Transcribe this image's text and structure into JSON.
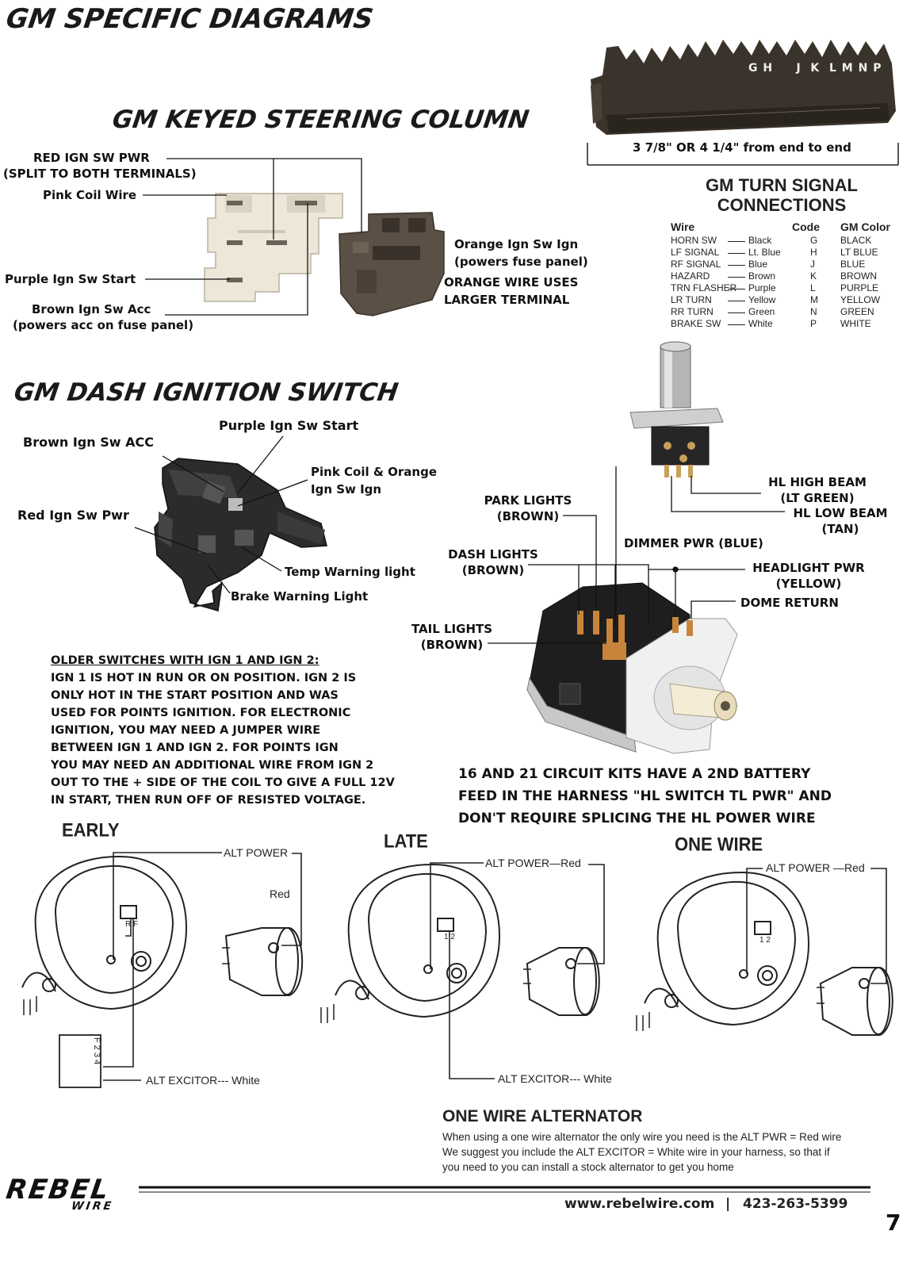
{
  "page": {
    "title": "GM SPECIFIC DIAGRAMS",
    "page_number": "7"
  },
  "connector": {
    "letters": "G H     J  K  L M N P",
    "dimension": "3 7/8\" OR 4 1/4\" from end to end"
  },
  "keyed_column": {
    "heading": "GM KEYED STEERING COLUMN",
    "labels": {
      "red_pwr_1": "RED IGN SW PWR",
      "red_pwr_2": "(SPLIT TO BOTH TERMINALS)",
      "pink_coil": "Pink Coil Wire",
      "purple_start": "Purple Ign Sw Start",
      "brown_acc_1": "Brown Ign Sw Acc",
      "brown_acc_2": "(powers acc on fuse panel)",
      "orange_ign_1": "Orange Ign Sw Ign",
      "orange_ign_2": "(powers fuse panel)",
      "orange_note_1": "ORANGE WIRE USES",
      "orange_note_2": "LARGER TERMINAL"
    }
  },
  "turn_signal": {
    "title_1": "GM TURN SIGNAL",
    "title_2": "CONNECTIONS",
    "headers": {
      "wire": "Wire",
      "code": "Code",
      "color": "GM Color"
    },
    "rows": [
      {
        "wire": "HORN SW",
        "wire_color": "Black",
        "code": "G",
        "gm_color": "BLACK"
      },
      {
        "wire": "LF SIGNAL",
        "wire_color": "Lt. Blue",
        "code": "H",
        "gm_color": "LT BLUE"
      },
      {
        "wire": "RF SIGNAL",
        "wire_color": "Blue",
        "code": "J",
        "gm_color": "BLUE"
      },
      {
        "wire": "HAZARD",
        "wire_color": "Brown",
        "code": "K",
        "gm_color": "BROWN"
      },
      {
        "wire": "TRN FLASHER",
        "wire_color": "Purple",
        "code": "L",
        "gm_color": "PURPLE"
      },
      {
        "wire": "LR TURN",
        "wire_color": "Yellow",
        "code": "M",
        "gm_color": "YELLOW"
      },
      {
        "wire": "RR TURN",
        "wire_color": "Green",
        "code": "N",
        "gm_color": "GREEN"
      },
      {
        "wire": "BRAKE SW",
        "wire_color": "White",
        "code": "P",
        "gm_color": "WHITE"
      }
    ]
  },
  "dash_switch": {
    "heading": "GM DASH IGNITION SWITCH",
    "labels": {
      "purple_start": "Purple Ign Sw Start",
      "brown_acc": "Brown Ign Sw ACC",
      "pink_orange_1": "Pink Coil & Orange",
      "pink_orange_2": "Ign Sw Ign",
      "red_pwr": "Red Ign Sw Pwr",
      "temp": "Temp Warning light",
      "brake": "Brake Warning Light"
    }
  },
  "headlight": {
    "labels": {
      "hl_high_1": "HL HIGH BEAM",
      "hl_high_2": "(LT GREEN)",
      "hl_low_1": "HL LOW BEAM",
      "hl_low_2": "(TAN)",
      "park_1": "PARK LIGHTS",
      "park_2": "(BROWN)",
      "dimmer": "DIMMER PWR (BLUE)",
      "dash_1": "DASH LIGHTS",
      "dash_2": "(BROWN)",
      "hl_pwr_1": "HEADLIGHT PWR",
      "hl_pwr_2": "(YELLOW)",
      "dome": "DOME RETURN",
      "tail_1": "TAIL LIGHTS",
      "tail_2": "(BROWN)"
    }
  },
  "older_note": {
    "title": "OLDER SWITCHES WITH IGN 1 AND IGN 2:",
    "lines": [
      "IGN 1 IS HOT IN RUN OR ON POSITION. IGN 2 IS",
      "ONLY HOT IN THE START POSITION AND WAS",
      "USED FOR POINTS IGNITION. FOR ELECTRONIC",
      "IGNITION, YOU MAY NEED A JUMPER WIRE",
      "BETWEEN IGN 1 AND IGN 2.  FOR POINTS IGN",
      "YOU MAY NEED AN ADDITIONAL WIRE FROM IGN 2",
      "OUT TO THE + SIDE OF THE COIL TO GIVE A FULL 12V",
      "IN START, THEN RUN OFF OF RESISTED VOLTAGE."
    ]
  },
  "kit_note": {
    "lines": [
      "16 AND 21 CIRCUIT KITS HAVE A 2ND BATTERY",
      "FEED IN THE HARNESS \"HL SWITCH TL PWR\" AND",
      "DON'T REQUIRE SPLICING THE HL POWER WIRE"
    ]
  },
  "alternators": {
    "early": {
      "title": "EARLY",
      "power": "ALT POWER",
      "red": "Red",
      "excitor": "ALT EXCITOR--- White",
      "reg_labels": "F 2 3 4"
    },
    "late": {
      "title": "LATE",
      "power": "ALT POWER—Red",
      "excitor": "ALT EXCITOR--- White"
    },
    "one_wire": {
      "title": "ONE WIRE",
      "power": "ALT POWER —Red"
    },
    "term_early": "R F",
    "term_late": "1 2"
  },
  "one_wire_note": {
    "title": "ONE WIRE ALTERNATOR",
    "lines": [
      "When using a one wire alternator the only wire you need is the ALT PWR = Red wire",
      "We suggest you include the ALT EXCITOR = White wire in your harness, so that if",
      "you need to you can install a stock alternator to get you home"
    ]
  },
  "footer": {
    "logo_1": "REBEL",
    "logo_2": "WIRE",
    "website": "www.rebelwire.com",
    "separator": "|",
    "phone": "423-263-5399"
  }
}
